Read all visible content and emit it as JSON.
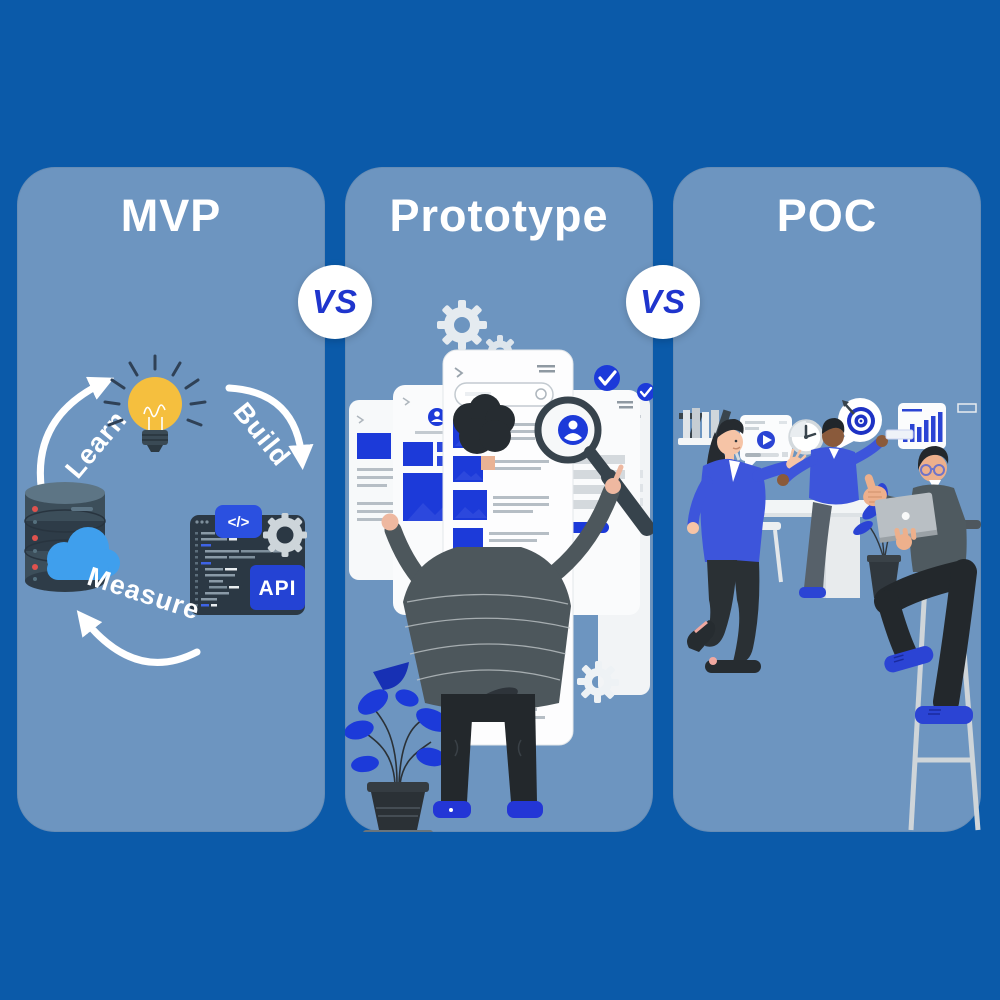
{
  "colors": {
    "background": "#0b5aa9",
    "panel": "#6d95c0",
    "vs_text": "#1f35cd",
    "accent_blue": "#1c3ad9",
    "blazer_blue": "#3d55db",
    "cloud_blue": "#3f9fed",
    "bulb_yellow": "#f5bf3e",
    "code_window": "#2b3844",
    "white": "#ffffff"
  },
  "panels": [
    {
      "title": "MVP",
      "cycle": {
        "learn": "Learn",
        "build": "Build",
        "measure": "Measure"
      },
      "code_editor": {
        "badge": "</>",
        "api_label": "API"
      }
    },
    {
      "title": "Prototype"
    },
    {
      "title": "POC"
    }
  ],
  "vs_badges": [
    {
      "label": "VS"
    },
    {
      "label": "VS"
    }
  ]
}
